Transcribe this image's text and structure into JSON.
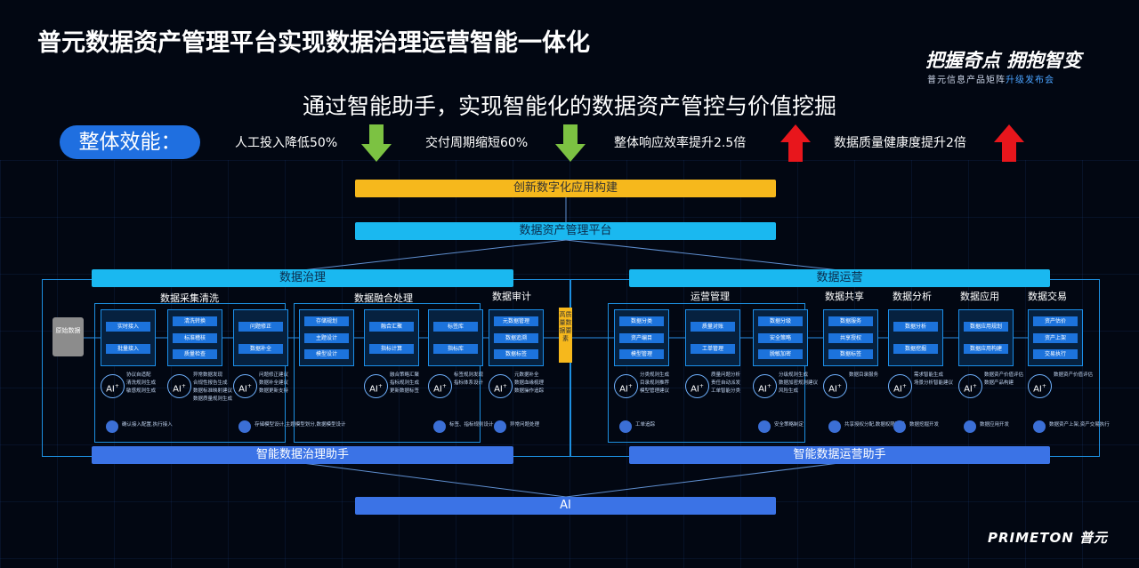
{
  "header": {
    "title": "普元数据资产管理平台实现数据治理运营智能一体化",
    "slogan": "把握奇点 拥抱智变",
    "sub_slogan_prefix": "普元信息产品矩阵",
    "sub_slogan_highlight": "升级发布会"
  },
  "headline": "通过智能助手，实现智能化的数据资产管控与价值挖掘",
  "efficiency": {
    "label": "整体效能：",
    "metrics": [
      {
        "text": "人工投入降低50%",
        "direction": "down",
        "color": "#7cc242"
      },
      {
        "text": "交付周期缩短60%",
        "direction": "down",
        "color": "#7cc242"
      },
      {
        "text": "整体响应效率提升2.5倍",
        "direction": "up",
        "color": "#e8161c"
      },
      {
        "text": "数据质量健康度提升2倍",
        "direction": "up",
        "color": "#e8161c"
      }
    ]
  },
  "bars": {
    "innovation": "创新数字化应用构建",
    "platform": "数据资产管理平台",
    "governance": "数据治理",
    "operation": "数据运营",
    "gov_assistant": "智能数据治理助手",
    "op_assistant": "智能数据运营助手",
    "ai": "AI"
  },
  "governance": {
    "source": "原始数据",
    "middle_label": "高质量数据要素",
    "sections": {
      "collection": "数据采集清洗",
      "fusion": "数据融合处理",
      "audit": "数据审计"
    },
    "columns": [
      {
        "chips": [
          "实时接入",
          "批量接入"
        ],
        "notes": [
          "协议自适配",
          "清洗规则生成",
          "敏感规则生成"
        ],
        "user_note": "确认接入配置,执行接入"
      },
      {
        "chips": [
          "清洗转换",
          "标准稽核",
          "质量检查"
        ],
        "notes": [
          "异常数据发现",
          "合规性报告生成",
          "数据标准映射建议",
          "数据质量规则生成"
        ],
        "user_note": ""
      },
      {
        "chips": [
          "问题修正",
          "数据补全"
        ],
        "notes": [
          "问题修正建议",
          "数据补全建议",
          "数据更新支持"
        ],
        "user_note": "存储模型设计,主题模型划分,数据模型设计"
      },
      {
        "chips": [
          "存储规划",
          "主题设计",
          "模型设计"
        ],
        "notes": [],
        "user_note": ""
      },
      {
        "chips": [
          "融合汇聚",
          "指标计算"
        ],
        "notes": [
          "融合策略汇聚",
          "指标规则生成",
          "更新数据标签"
        ],
        "user_note": ""
      },
      {
        "chips": [
          "标签库",
          "指标库"
        ],
        "notes": [
          "标签规则发现",
          "指标体系设计"
        ],
        "user_note": "标签、指标规则设计"
      },
      {
        "chips": [
          "元数据管理",
          "数据追溯",
          "数据标签"
        ],
        "notes": [
          "元数据补全",
          "数据血缘梳理",
          "数据操作追踪"
        ],
        "user_note": "异常问题处理"
      }
    ]
  },
  "operation": {
    "sections": {
      "mgmt": "运营管理",
      "share": "数据共享",
      "analysis": "数据分析",
      "apps": "数据应用",
      "trade": "数据交易"
    },
    "columns": [
      {
        "chips": [
          "数据分类",
          "资产编目",
          "模型管理"
        ],
        "notes": [
          "分类规则生成",
          "目录规则推荐",
          "模型管理建议"
        ],
        "user_note": "工单追踪"
      },
      {
        "chips": [
          "质量对账",
          "工单管理"
        ],
        "notes": [
          "质量问题分析",
          "责任自动派发",
          "工单智能分类"
        ],
        "user_note": ""
      },
      {
        "chips": [
          "数据分级",
          "安全策略",
          "脱敏加密"
        ],
        "notes": [
          "分级规则生成",
          "数据加密规则建议",
          "风险生成"
        ],
        "user_note": "安全策略制定"
      },
      {
        "chips": [
          "数据服务",
          "共享授权",
          "数据标签"
        ],
        "notes": [
          "数据目录服务"
        ],
        "user_note": "共享授权分配,数据权限配置"
      },
      {
        "chips": [
          "数据分析",
          "数据挖掘"
        ],
        "notes": [
          "需求智能生成",
          "场景分析智能建议"
        ],
        "user_note": "数据挖掘开发"
      },
      {
        "chips": [
          "数据应用规划",
          "数据应用构建"
        ],
        "notes": [
          "数据资产价值评估",
          "数据产品构建"
        ],
        "user_note": "数据应用开发"
      },
      {
        "chips": [
          "资产估价",
          "资产上架",
          "交易执行"
        ],
        "notes": [
          "数据资产价值评估"
        ],
        "user_note": "数据资产上架,资产交易执行"
      }
    ]
  },
  "footer": {
    "brand": "PRIMETON 普元"
  }
}
